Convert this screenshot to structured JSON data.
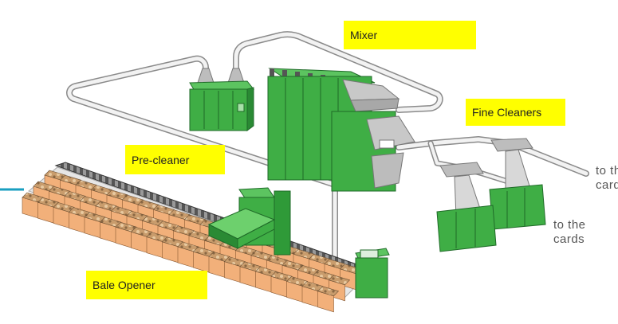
{
  "labels": {
    "mixer": "Mixer",
    "fine_cleaners": "Fine Cleaners",
    "pre_cleaner": "Pre-cleaner",
    "bale_opener": "Bale Opener",
    "to_cards_right_line1": "to th",
    "to_cards_right_line2": "card",
    "to_cards_line1": "to the",
    "to_cards_line2": "cards"
  },
  "colors": {
    "machine_green": "#3fae45",
    "machine_dark": "#1f7a2c",
    "label_bg": "#ffff00",
    "bale": "#f2b07a",
    "accent_line": "#1a9fc0"
  }
}
